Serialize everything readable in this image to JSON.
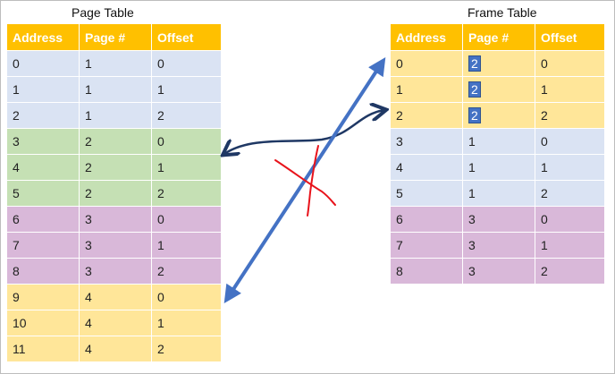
{
  "page_table": {
    "caption": "Page Table",
    "headers": [
      "Address",
      "Page #",
      "Offset"
    ],
    "rows": [
      {
        "group": "blue",
        "cells": [
          "0",
          "1",
          "0"
        ]
      },
      {
        "group": "blue",
        "cells": [
          "1",
          "1",
          "1"
        ]
      },
      {
        "group": "blue",
        "cells": [
          "2",
          "1",
          "2"
        ]
      },
      {
        "group": "green",
        "cells": [
          "3",
          "2",
          "0"
        ]
      },
      {
        "group": "green",
        "cells": [
          "4",
          "2",
          "1"
        ]
      },
      {
        "group": "green",
        "cells": [
          "5",
          "2",
          "2"
        ]
      },
      {
        "group": "purple",
        "cells": [
          "6",
          "3",
          "0"
        ]
      },
      {
        "group": "purple",
        "cells": [
          "7",
          "3",
          "1"
        ]
      },
      {
        "group": "purple",
        "cells": [
          "8",
          "3",
          "2"
        ]
      },
      {
        "group": "yellow",
        "cells": [
          "9",
          "4",
          "0"
        ]
      },
      {
        "group": "yellow",
        "cells": [
          "10",
          "4",
          "1"
        ]
      },
      {
        "group": "yellow",
        "cells": [
          "11",
          "4",
          "2"
        ]
      }
    ]
  },
  "frame_table": {
    "caption": "Frame Table",
    "headers": [
      "Address",
      "Page #",
      "Offset"
    ],
    "rows": [
      {
        "group": "yellow",
        "cells": [
          "0",
          "2",
          "0"
        ],
        "highlight_page": true
      },
      {
        "group": "yellow",
        "cells": [
          "1",
          "2",
          "1"
        ],
        "highlight_page": true
      },
      {
        "group": "yellow",
        "cells": [
          "2",
          "2",
          "2"
        ],
        "highlight_page": true
      },
      {
        "group": "blue",
        "cells": [
          "3",
          "1",
          "0"
        ]
      },
      {
        "group": "blue",
        "cells": [
          "4",
          "1",
          "1"
        ]
      },
      {
        "group": "blue",
        "cells": [
          "5",
          "1",
          "2"
        ]
      },
      {
        "group": "purple",
        "cells": [
          "6",
          "3",
          "0"
        ]
      },
      {
        "group": "purple",
        "cells": [
          "7",
          "3",
          "1"
        ]
      },
      {
        "group": "purple",
        "cells": [
          "8",
          "3",
          "2"
        ]
      }
    ]
  },
  "colors": {
    "header": "#ffc000",
    "blue": "#dae3f3",
    "green": "#c5e0b4",
    "purple": "#d9b8d9",
    "yellow": "#ffe699",
    "arrow_curved": "#1f3864",
    "arrow_straight": "#4472c4",
    "cross_mark": "#e8131b"
  },
  "annotations": {
    "curved_arrow": "two-headed arrow linking Page Table rows 3-5 with Frame Table rows 0-2",
    "straight_arrow": "two-headed arrow linking Page Table rows 9-11 with Frame Table rows 0-2",
    "cross_mark": "red X crossing out the straight arrow"
  }
}
